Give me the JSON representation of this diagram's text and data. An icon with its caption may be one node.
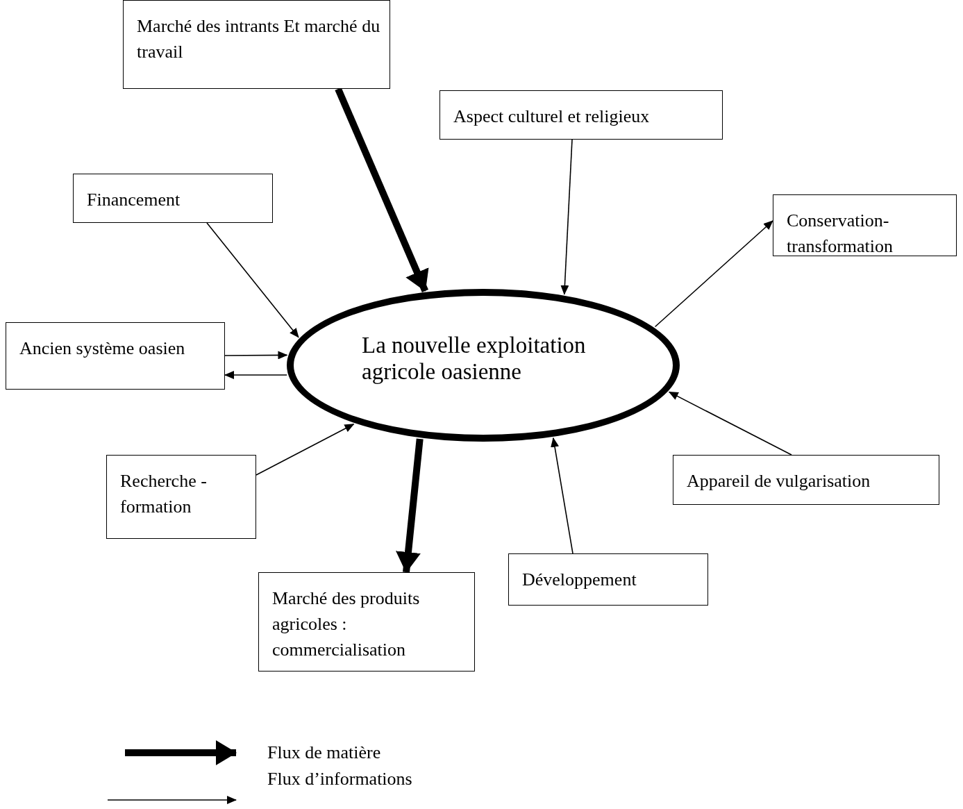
{
  "diagram": {
    "nodes": [
      {
        "text": [
          "Marché des intrants Et marché du travail"
        ]
      },
      {
        "text": [
          "Aspect culturel et religieux"
        ]
      },
      {
        "text": [
          "Financement"
        ]
      },
      {
        "text": [
          "Conservation-transformation"
        ]
      },
      {
        "text": [
          "Ancien système oasien"
        ]
      },
      {
        "text": [
          "La nouvelle exploitation agricole oasienne"
        ]
      },
      {
        "text": [
          "Recherche - formation"
        ]
      },
      {
        "text": [
          "Appareil de vulgarisation"
        ]
      },
      {
        "text": [
          "Marché des produits agricoles : commercialisation"
        ]
      },
      {
        "text": [
          "Développement"
        ]
      }
    ],
    "edges": [
      {
        "from": 0,
        "to": 5,
        "arrow": "to",
        "style": "thick"
      },
      {
        "from": 1,
        "to": 5,
        "arrow": "to"
      },
      {
        "from": 2,
        "to": 5,
        "arrow": "to"
      },
      {
        "from": 5,
        "to": 3,
        "arrow": "to"
      },
      {
        "from": 4,
        "to": 5,
        "arrow": "to"
      },
      {
        "from": 5,
        "to": 4,
        "arrow": "to"
      },
      {
        "from": 6,
        "to": 5,
        "arrow": "to"
      },
      {
        "from": 7,
        "to": 5,
        "arrow": "to"
      },
      {
        "from": 9,
        "to": 5,
        "arrow": "to"
      },
      {
        "from": 5,
        "to": 8,
        "arrow": "to",
        "style": "thick"
      }
    ],
    "legend": [
      {
        "text": "Flux de matière"
      },
      {
        "text": "Flux d’informations"
      }
    ]
  }
}
